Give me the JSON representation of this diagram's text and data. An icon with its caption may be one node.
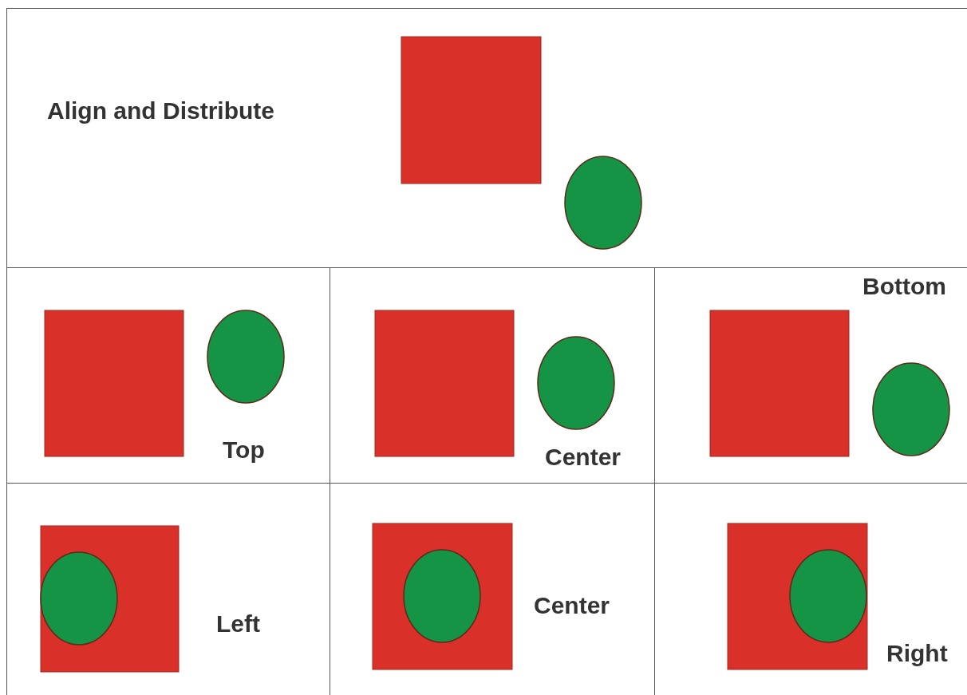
{
  "diagram": {
    "nodes": [
      {
        "text": [
          "Align and Distribute"
        ]
      },
      {
        "text": [
          "Top"
        ]
      },
      {
        "text": [
          "Center"
        ]
      },
      {
        "text": [
          "Bottom"
        ]
      },
      {
        "text": [
          "Left"
        ]
      },
      {
        "text": [
          "Center"
        ]
      },
      {
        "text": [
          "Right"
        ]
      }
    ]
  }
}
